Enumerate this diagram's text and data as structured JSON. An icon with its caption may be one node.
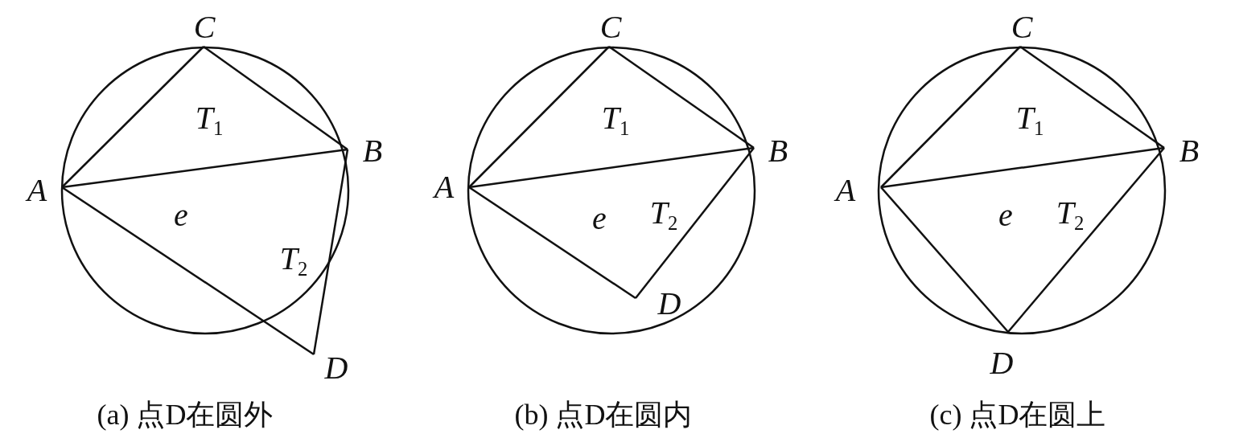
{
  "diagram": {
    "nodes": [
      {
        "text": [
          "C"
        ]
      },
      {
        "text": [
          "B"
        ]
      },
      {
        "text": [
          "A"
        ]
      },
      {
        "text": [
          "D"
        ]
      },
      {
        "text": [
          "C"
        ]
      },
      {
        "text": [
          "B"
        ]
      },
      {
        "text": [
          "A"
        ]
      },
      {
        "text": [
          "D"
        ]
      },
      {
        "text": [
          "C"
        ]
      },
      {
        "text": [
          "B"
        ]
      },
      {
        "text": [
          "A"
        ]
      },
      {
        "text": [
          "D"
        ]
      }
    ],
    "edges": [
      {
        "from": 2,
        "to": 0,
        "arrow": "none"
      },
      {
        "from": 0,
        "to": 1,
        "arrow": "none"
      },
      {
        "from": 2,
        "to": 1,
        "arrow": "none"
      },
      {
        "from": 2,
        "to": 3,
        "arrow": "none"
      },
      {
        "from": 1,
        "to": 3,
        "arrow": "none"
      },
      {
        "from": 6,
        "to": 4,
        "arrow": "none"
      },
      {
        "from": 4,
        "to": 5,
        "arrow": "none"
      },
      {
        "from": 6,
        "to": 5,
        "arrow": "none"
      },
      {
        "from": 6,
        "to": 7,
        "arrow": "none"
      },
      {
        "from": 5,
        "to": 7,
        "arrow": "none"
      },
      {
        "from": 10,
        "to": 8,
        "arrow": "none"
      },
      {
        "from": 8,
        "to": 9,
        "arrow": "none"
      },
      {
        "from": 10,
        "to": 9,
        "arrow": "none"
      },
      {
        "from": 10,
        "to": 11,
        "arrow": "none"
      },
      {
        "from": 9,
        "to": 11,
        "arrow": "none"
      }
    ],
    "labels": [
      "*T*$_{1}$",
      "e",
      "*T*$_{2}$",
      "*T*$_{1}$",
      "e",
      "*T*$_{2}$",
      "*T*$_{1}$",
      "e",
      "*T*$_{2}$",
      "(a) 点D在圆外",
      "(b) 点D在圆内",
      "(c) 点D在圆上"
    ]
  }
}
